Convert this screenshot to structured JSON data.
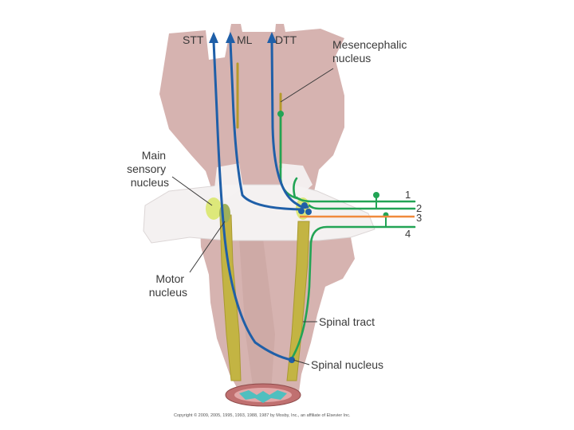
{
  "labels": {
    "stt": "STT",
    "ml": "ML",
    "dtt": "DTT",
    "mesencephalic": [
      "Mesencephalic",
      "nucleus"
    ],
    "main_sensory": [
      "Main",
      "sensory",
      "nucleus"
    ],
    "motor": [
      "Motor",
      "nucleus"
    ],
    "spinal_tract": "Spinal tract",
    "spinal_nucleus": "Spinal nucleus",
    "fibers": [
      "1",
      "2",
      "3",
      "4"
    ]
  },
  "copyright": "Copyright © 2009, 2005, 1995, 1993, 1988, 1987 by Mosby, Inc., an affiliate of Elsevier Inc.",
  "colors": {
    "brainstem": "#d6b3b0",
    "pons": "#f3f0f0",
    "ascending_tracts": "#1f5fa8",
    "trigeminal_fibers": "#22a455",
    "motor_fiber": "#f08a3c",
    "spinal_nucleus": "#c3b443",
    "sensory_nucleus": "#dde87a"
  }
}
